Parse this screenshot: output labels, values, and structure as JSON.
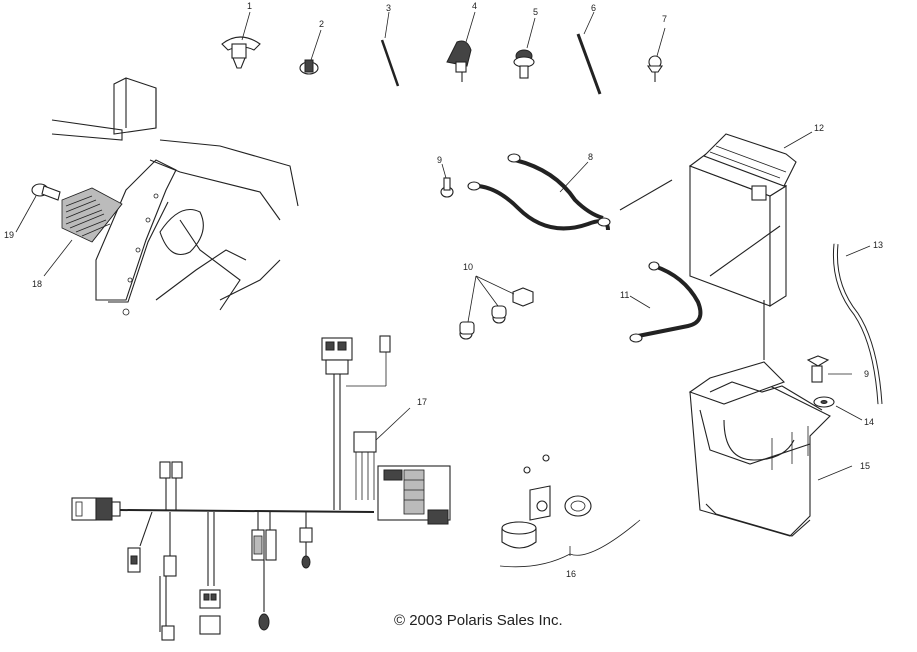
{
  "diagram": {
    "copyright": "© 2003 Polaris Sales Inc.",
    "callouts": [
      "1",
      "2",
      "3",
      "4",
      "5",
      "6",
      "7",
      "8",
      "9",
      "10",
      "11",
      "12",
      "13",
      "9",
      "14",
      "15",
      "16",
      "17",
      "18",
      "19"
    ]
  }
}
